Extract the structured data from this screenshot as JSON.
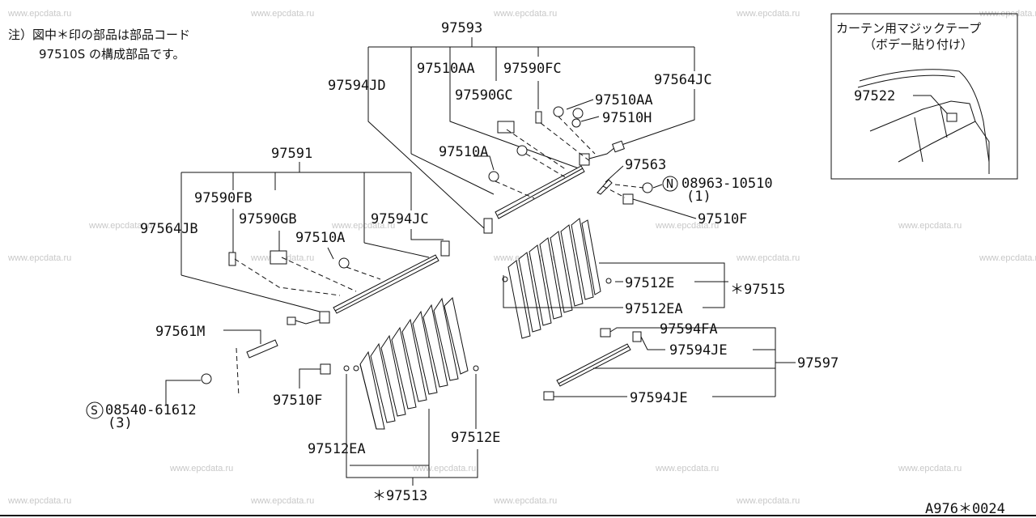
{
  "watermark": "www.epcdata.ru",
  "note": {
    "line1": "注）図中＊印の部品は部品コード",
    "line2": "97510S の構成部品です。"
  },
  "inset": {
    "title1": "カーテン用マジックテープ",
    "title2": "（ボデー貼り付け）",
    "part": "97522"
  },
  "labels": {
    "p97593": "97593",
    "p97594JD": "97594JD",
    "p97510AA_top": "97510AA",
    "p97590FC": "97590FC",
    "p97564JC": "97564JC",
    "p97590GC": "97590GC",
    "p97510AA_r": "97510AA",
    "p97510H": "97510H",
    "p97510A_top": "97510A",
    "p97563": "97563",
    "p08963": "08963-10510",
    "p08963_qty": "(1)",
    "p08963_sym": "N",
    "p97510F_r": "97510F",
    "p97591": "97591",
    "p97590FB": "97590FB",
    "p97590GB": "97590GB",
    "p97564JB": "97564JB",
    "p97594JC": "97594JC",
    "p97510A_mid": "97510A",
    "p97512E_r": "97512E",
    "p97515": "＊97515",
    "p97512EA_r": "97512EA",
    "p97594FA": "97594FA",
    "p97594JE_a": "97594JE",
    "p97597": "97597",
    "p97594JE_b": "97594JE",
    "p97561M": "97561M",
    "p08540": "08540-61612",
    "p08540_qty": "(3)",
    "p08540_sym": "S",
    "p97510F_l": "97510F",
    "p97512EA_l": "97512EA",
    "p97512E_l": "97512E",
    "p97513": "＊97513"
  },
  "diagram_code": "A976＊0024"
}
